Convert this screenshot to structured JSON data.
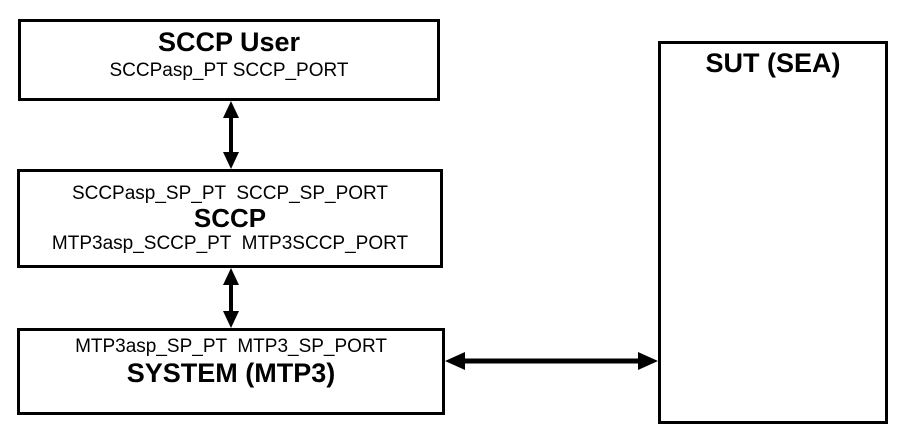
{
  "diagram": {
    "colors": {
      "background": "#ffffff",
      "line": "#000000",
      "text": "#000000"
    },
    "boxes": {
      "sccp_user": {
        "title": "SCCP User",
        "ports": "SCCPasp_PT SCCP_PORT"
      },
      "sccp": {
        "top_ports": "SCCPasp_SP_PT  SCCP_SP_PORT",
        "title": "SCCP",
        "bottom_ports": "MTP3asp_SCCP_PT  MTP3SCCP_PORT"
      },
      "system_mtp3": {
        "ports": "MTP3asp_SP_PT  MTP3_SP_PORT",
        "title": "SYSTEM (MTP3)"
      },
      "sut": {
        "title": "SUT (SEA)"
      }
    },
    "connections": [
      {
        "from": "sccp_user",
        "to": "sccp",
        "style": "double-headed-arrow",
        "orientation": "vertical"
      },
      {
        "from": "sccp",
        "to": "system_mtp3",
        "style": "double-headed-arrow",
        "orientation": "vertical"
      },
      {
        "from": "system_mtp3",
        "to": "sut",
        "style": "double-headed-arrow",
        "orientation": "horizontal"
      }
    ]
  }
}
